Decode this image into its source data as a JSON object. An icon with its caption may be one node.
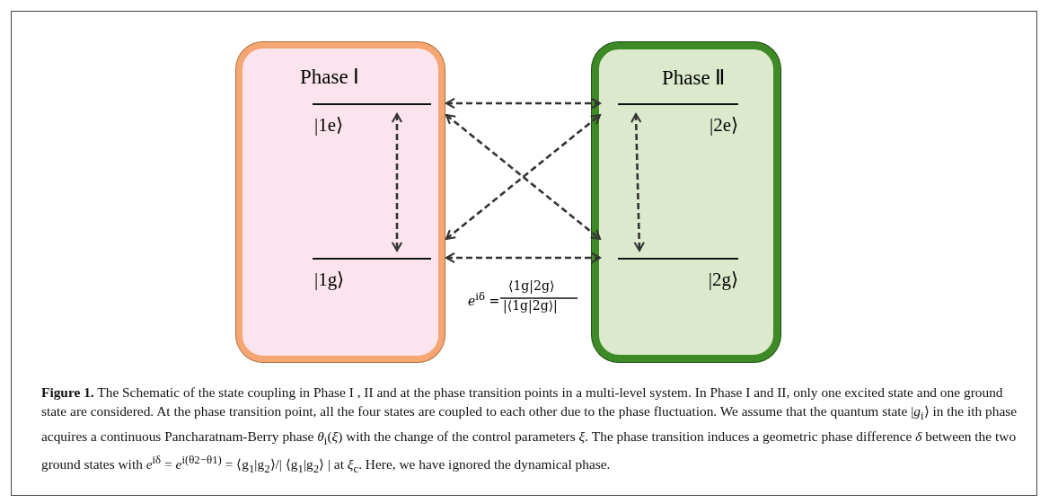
{
  "diagram": {
    "caption": "**Figure 1.** The Schematic of the state coupling in Phase I , II and at the phase transition points in a multi-level system. In Phase I and II, only one excited state and one ground state are considered. At the phase transition point, all the four states are coupled to each other due to the phase fluctuation. We assume that the quantum state |*g*$_{i}$⟩ in the ith phase acquires a continuous Pancharatnam-Berry phase *θ*$_{i}$(*ξ*) with the change of the control parameters *ξ*. The phase transition induces a geometric phase difference *δ* between the two ground states with *e*$^{iδ}$ = *e*$^{i(θ2−θ1)}$ = ⟨g$_{1}$|g$_{2}$⟩/| ⟨g$_{1}$|g$_{2}$⟩ | at *ξ*$_{c}$. Here, we have ignored the dynamical phase.",
    "nodes": [
      {
        "text": [
          "Phase Ⅰ"
        ]
      },
      {
        "text": [
          "|1e⟩"
        ],
        "in": 0
      },
      {
        "text": [
          "|1g⟩"
        ],
        "in": 0
      },
      {
        "text": [
          "Phase Ⅱ"
        ]
      },
      {
        "text": [
          "|2e⟩"
        ],
        "in": 3
      },
      {
        "text": [
          "|2g⟩"
        ],
        "in": 3
      }
    ],
    "edges": [
      {
        "from": 1,
        "to": 2,
        "arrow": "both",
        "style": "dashed"
      },
      {
        "from": 1,
        "to": 4,
        "arrow": "both",
        "style": "dashed"
      },
      {
        "from": 1,
        "to": 5,
        "arrow": "both",
        "style": "dashed"
      },
      {
        "from": 2,
        "to": 4,
        "arrow": "both",
        "style": "dashed"
      },
      {
        "from": 2,
        "to": 5,
        "arrow": "both",
        "style": "dashed"
      },
      {
        "from": 4,
        "to": 5,
        "arrow": "both",
        "style": "dashed"
      }
    ],
    "labels": [
      "*e*$^{iδ}$ =",
      "⟨1g|2g⟩",
      "|⟨1g|2g⟩|"
    ]
  }
}
